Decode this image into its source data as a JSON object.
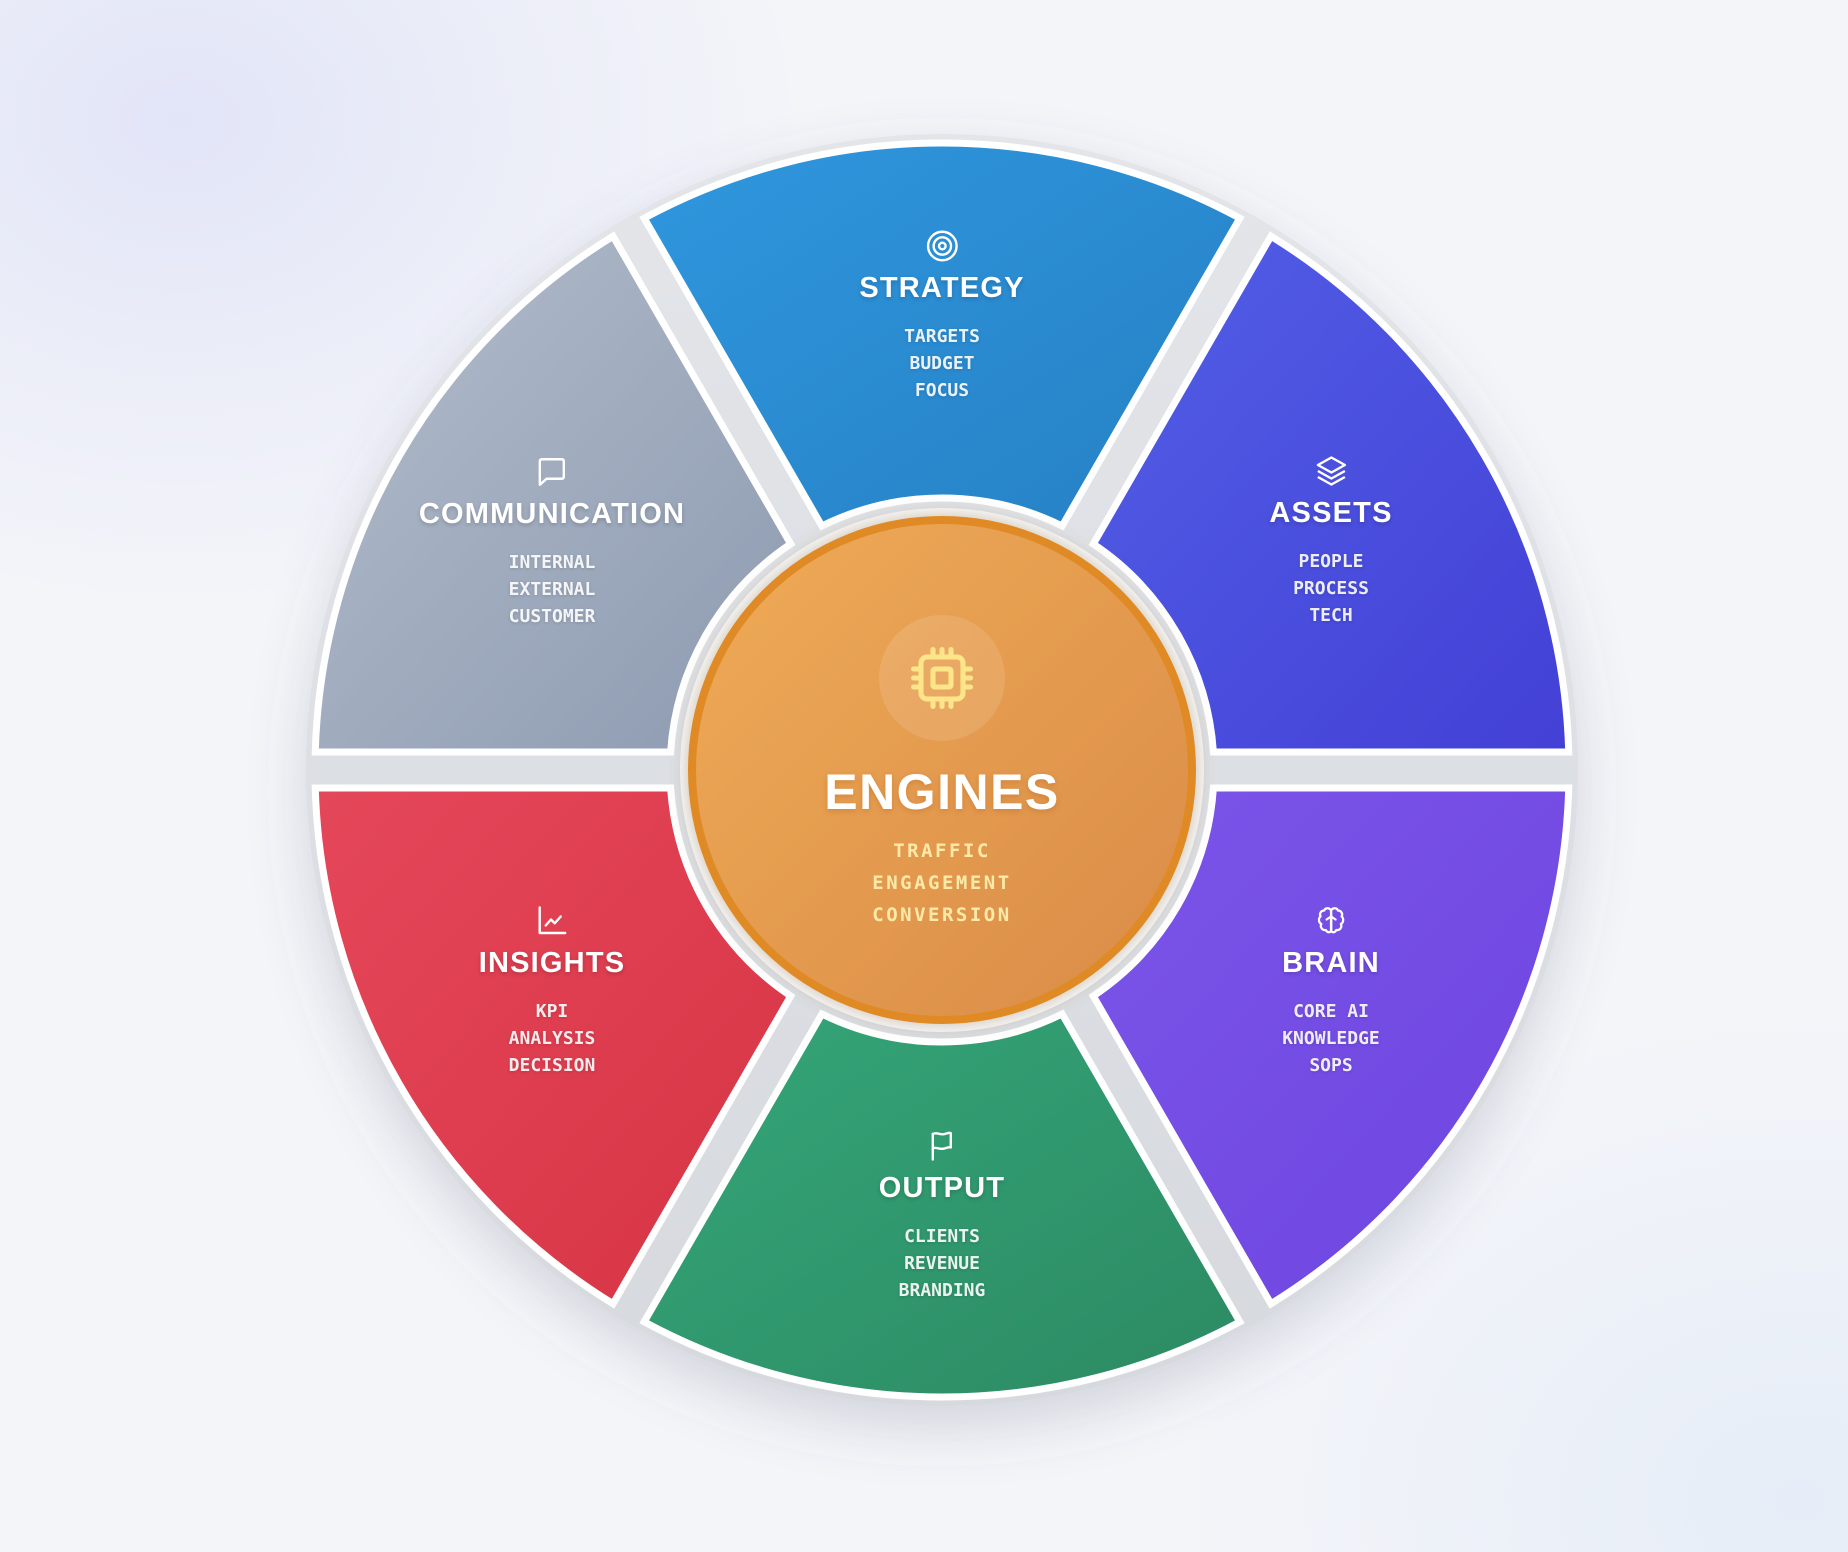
{
  "diagram": {
    "type": "hub-and-spoke wheel",
    "center": {
      "title": "ENGINES",
      "icon": "cpu-chip-icon",
      "items": [
        "TRAFFIC",
        "ENGAGEMENT",
        "CONVERSION"
      ],
      "colors": {
        "fill_start": "#eeaa55",
        "fill_end": "#dc8f4c",
        "border": "#e08a28",
        "icon": "#fde68a",
        "items_text": "#fde9a8"
      }
    },
    "segments": [
      {
        "id": "strategy",
        "title": "STRATEGY",
        "icon": "target-icon",
        "items": [
          "TARGETS",
          "BUDGET",
          "FOCUS"
        ],
        "angle": 0,
        "color_start": "#2f97de",
        "color_end": "#2680c4"
      },
      {
        "id": "assets",
        "title": "ASSETS",
        "icon": "layers-icon",
        "items": [
          "PEOPLE",
          "PROCESS",
          "TECH"
        ],
        "angle": 60,
        "color_start": "#525fe6",
        "color_end": "#4340d6"
      },
      {
        "id": "brain",
        "title": "BRAIN",
        "icon": "brain-icon",
        "items": [
          "CORE AI",
          "KNOWLEDGE",
          "SOPS"
        ],
        "angle": 120,
        "color_start": "#7b55e9",
        "color_end": "#6d44e0"
      },
      {
        "id": "output",
        "title": "OUTPUT",
        "icon": "flag-icon",
        "items": [
          "CLIENTS",
          "REVENUE",
          "BRANDING"
        ],
        "angle": 180,
        "color_start": "#35a679",
        "color_end": "#2c8a63"
      },
      {
        "id": "insights",
        "title": "INSIGHTS",
        "icon": "line-chart-icon",
        "items": [
          "KPI",
          "ANALYSIS",
          "DECISION"
        ],
        "angle": 240,
        "color_start": "#e5475a",
        "color_end": "#d63444"
      },
      {
        "id": "communication",
        "title": "COMMUNICATION",
        "icon": "message-square-icon",
        "items": [
          "INTERNAL",
          "EXTERNAL",
          "CUSTOMER"
        ],
        "angle": 300,
        "color_start": "#b3bdcc",
        "color_end": "#8d9ab0"
      }
    ]
  }
}
